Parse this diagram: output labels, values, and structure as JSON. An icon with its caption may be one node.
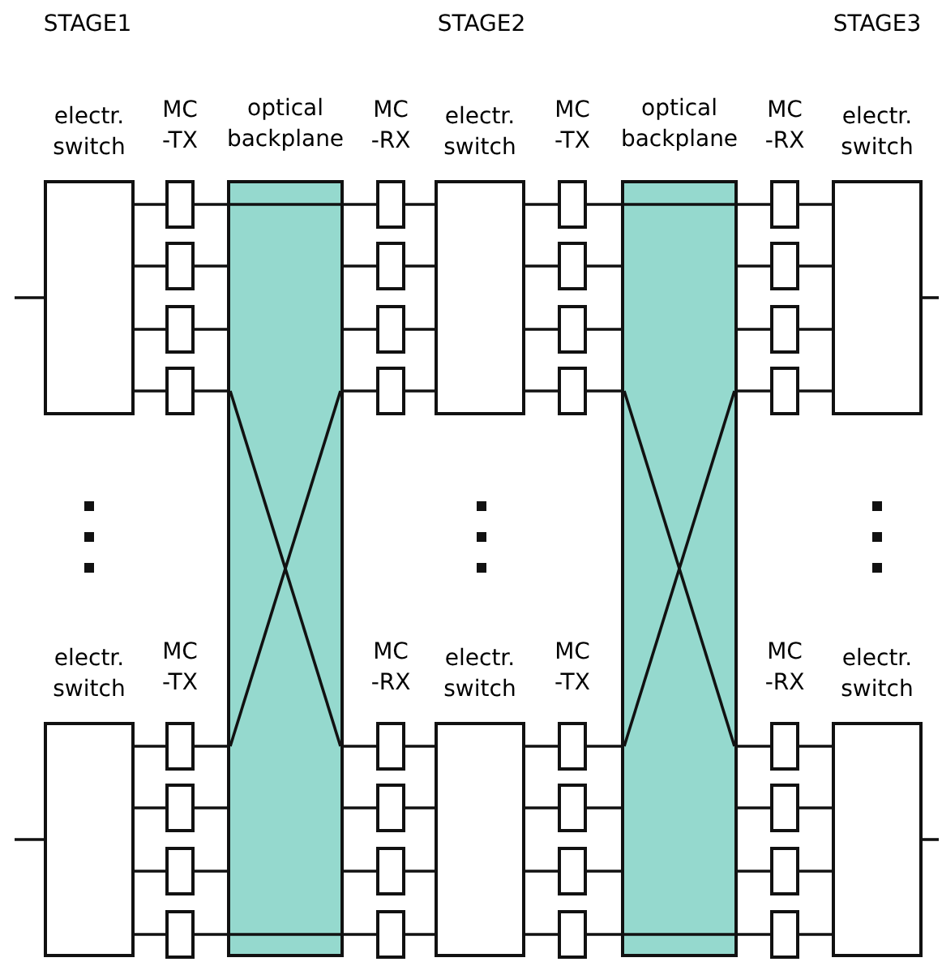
{
  "diagram": {
    "nodes": [
      {
        "text": [
          "electr. switch"
        ]
      },
      {
        "text": [
          "optical backplane"
        ]
      },
      {
        "text": [
          "electr. switch"
        ]
      },
      {
        "text": [
          "optical backplane"
        ]
      },
      {
        "text": [
          "electr. switch"
        ]
      },
      {
        "text": [
          "electr. switch"
        ]
      },
      {
        "text": [
          "electr. switch"
        ]
      },
      {
        "text": [
          "electr. switch"
        ]
      },
      {
        "text": [],
        "shape": "box"
      },
      {
        "text": [],
        "shape": "box"
      },
      {
        "text": [],
        "shape": "box"
      },
      {
        "text": [],
        "shape": "box"
      },
      {
        "text": [],
        "shape": "box"
      },
      {
        "text": [],
        "shape": "box"
      },
      {
        "text": [],
        "shape": "box"
      },
      {
        "text": [],
        "shape": "box"
      },
      {
        "text": [],
        "shape": "box"
      },
      {
        "text": [],
        "shape": "box"
      },
      {
        "text": [],
        "shape": "box"
      },
      {
        "text": [],
        "shape": "box"
      },
      {
        "text": [],
        "shape": "box"
      },
      {
        "text": [],
        "shape": "box"
      },
      {
        "text": [],
        "shape": "box"
      },
      {
        "text": [],
        "shape": "box"
      },
      {
        "text": [],
        "shape": "box"
      },
      {
        "text": [],
        "shape": "box"
      },
      {
        "text": [],
        "shape": "box"
      },
      {
        "text": [],
        "shape": "box"
      },
      {
        "text": [],
        "shape": "box"
      },
      {
        "text": [],
        "shape": "box"
      },
      {
        "text": [],
        "shape": "box"
      },
      {
        "text": [],
        "shape": "box"
      },
      {
        "text": [],
        "shape": "box"
      },
      {
        "text": [],
        "shape": "box"
      },
      {
        "text": [],
        "shape": "box"
      },
      {
        "text": [],
        "shape": "box"
      },
      {
        "text": [],
        "shape": "box"
      },
      {
        "text": [],
        "shape": "box"
      },
      {
        "text": [],
        "shape": "box"
      },
      {
        "text": [],
        "shape": "box"
      }
    ],
    "edges": [
      {
        "from": null,
        "to": 0,
        "arrow": "none"
      },
      {
        "from": 0,
        "to": 8,
        "arrow": "none"
      },
      {
        "from": 0,
        "to": 9,
        "arrow": "none"
      },
      {
        "from": 0,
        "to": 10,
        "arrow": "none"
      },
      {
        "from": 0,
        "to": 11,
        "arrow": "none"
      },
      {
        "from": 8,
        "to": 1,
        "arrow": "none"
      },
      {
        "from": 9,
        "to": 1,
        "arrow": "none"
      },
      {
        "from": 10,
        "to": 1,
        "arrow": "none"
      },
      {
        "from": 11,
        "to": 1,
        "arrow": "none"
      },
      {
        "from": 1,
        "to": 12,
        "arrow": "none"
      },
      {
        "from": 1,
        "to": 13,
        "arrow": "none"
      },
      {
        "from": 1,
        "to": 14,
        "arrow": "none"
      },
      {
        "from": 1,
        "to": 15,
        "arrow": "none"
      },
      {
        "from": 12,
        "to": 2,
        "arrow": "none"
      },
      {
        "from": 13,
        "to": 2,
        "arrow": "none"
      },
      {
        "from": 14,
        "to": 2,
        "arrow": "none"
      },
      {
        "from": 15,
        "to": 2,
        "arrow": "none"
      },
      {
        "from": 2,
        "to": 16,
        "arrow": "none"
      },
      {
        "from": 2,
        "to": 17,
        "arrow": "none"
      },
      {
        "from": 2,
        "to": 18,
        "arrow": "none"
      },
      {
        "from": 2,
        "to": 19,
        "arrow": "none"
      },
      {
        "from": 16,
        "to": 3,
        "arrow": "none"
      },
      {
        "from": 17,
        "to": 3,
        "arrow": "none"
      },
      {
        "from": 18,
        "to": 3,
        "arrow": "none"
      },
      {
        "from": 19,
        "to": 3,
        "arrow": "none"
      },
      {
        "from": 3,
        "to": 20,
        "arrow": "none"
      },
      {
        "from": 3,
        "to": 21,
        "arrow": "none"
      },
      {
        "from": 3,
        "to": 22,
        "arrow": "none"
      },
      {
        "from": 3,
        "to": 23,
        "arrow": "none"
      },
      {
        "from": 20,
        "to": 4,
        "arrow": "none"
      },
      {
        "from": 21,
        "to": 4,
        "arrow": "none"
      },
      {
        "from": 22,
        "to": 4,
        "arrow": "none"
      },
      {
        "from": 23,
        "to": 4,
        "arrow": "none"
      },
      {
        "from": 4,
        "to": null,
        "arrow": "none"
      },
      {
        "from": null,
        "to": 5,
        "arrow": "none"
      },
      {
        "from": 5,
        "to": 24,
        "arrow": "none"
      },
      {
        "from": 5,
        "to": 25,
        "arrow": "none"
      },
      {
        "from": 5,
        "to": 26,
        "arrow": "none"
      },
      {
        "from": 5,
        "to": 27,
        "arrow": "none"
      },
      {
        "from": 24,
        "to": 1,
        "arrow": "none"
      },
      {
        "from": 25,
        "to": 1,
        "arrow": "none"
      },
      {
        "from": 26,
        "to": 1,
        "arrow": "none"
      },
      {
        "from": 27,
        "to": 1,
        "arrow": "none"
      },
      {
        "from": 1,
        "to": 28,
        "arrow": "none"
      },
      {
        "from": 1,
        "to": 29,
        "arrow": "none"
      },
      {
        "from": 1,
        "to": 30,
        "arrow": "none"
      },
      {
        "from": 1,
        "to": 31,
        "arrow": "none"
      },
      {
        "from": 28,
        "to": 6,
        "arrow": "none"
      },
      {
        "from": 29,
        "to": 6,
        "arrow": "none"
      },
      {
        "from": 30,
        "to": 6,
        "arrow": "none"
      },
      {
        "from": 31,
        "to": 6,
        "arrow": "none"
      },
      {
        "from": 6,
        "to": 32,
        "arrow": "none"
      },
      {
        "from": 6,
        "to": 33,
        "arrow": "none"
      },
      {
        "from": 6,
        "to": 34,
        "arrow": "none"
      },
      {
        "from": 6,
        "to": 35,
        "arrow": "none"
      },
      {
        "from": 32,
        "to": 3,
        "arrow": "none"
      },
      {
        "from": 33,
        "to": 3,
        "arrow": "none"
      },
      {
        "from": 34,
        "to": 3,
        "arrow": "none"
      },
      {
        "from": 35,
        "to": 3,
        "arrow": "none"
      },
      {
        "from": 3,
        "to": 36,
        "arrow": "none"
      },
      {
        "from": 3,
        "to": 37,
        "arrow": "none"
      },
      {
        "from": 3,
        "to": 38,
        "arrow": "none"
      },
      {
        "from": 3,
        "to": 39,
        "arrow": "none"
      },
      {
        "from": 36,
        "to": 7,
        "arrow": "none"
      },
      {
        "from": 37,
        "to": 7,
        "arrow": "none"
      },
      {
        "from": 38,
        "to": 7,
        "arrow": "none"
      },
      {
        "from": 39,
        "to": 7,
        "arrow": "none"
      },
      {
        "from": 7,
        "to": null,
        "arrow": "none"
      }
    ],
    "labels": [
      "STAGE1",
      "STAGE2",
      "STAGE3",
      "MC -TX",
      "MC -RX",
      "MC -TX",
      "MC -RX",
      "MC -TX",
      "MC -RX",
      "MC -TX",
      "MC -RX"
    ]
  }
}
